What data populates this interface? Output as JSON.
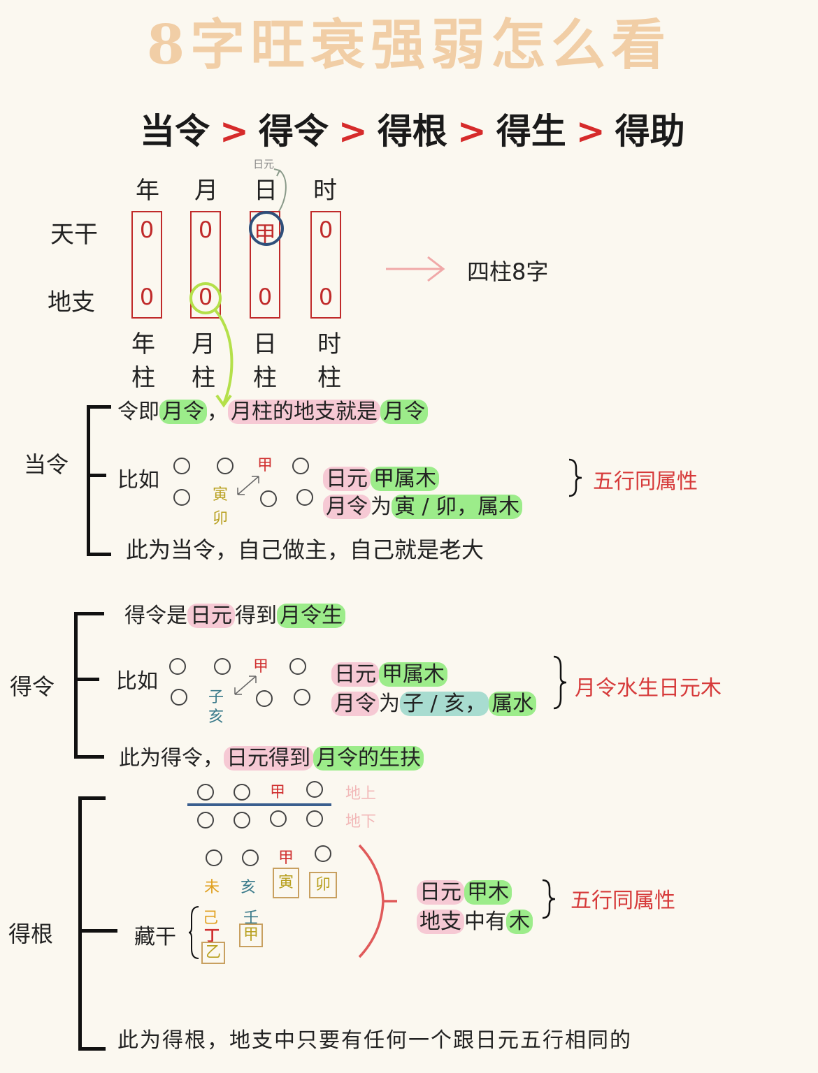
{
  "title": "8字旺衰强弱怎么看",
  "order": [
    "当令",
    "得令",
    "得根",
    "得生",
    "得助"
  ],
  "order_sep": ">",
  "chart": {
    "riyuan_note": "日元",
    "columns": [
      "年",
      "月",
      "日",
      "时"
    ],
    "rows": [
      "天干",
      "地支"
    ],
    "stem_values": [
      "0",
      "0",
      "甲",
      "0"
    ],
    "branch_values": [
      "0",
      "0",
      "0",
      "0"
    ],
    "pillar_top": [
      "年",
      "月",
      "日",
      "时"
    ],
    "pillar_bottom": [
      "柱",
      "柱",
      "柱",
      "柱"
    ],
    "arrow_label": "四柱8字"
  },
  "dangling": {
    "label": "当令",
    "line1": {
      "a": "令即",
      "b": "月令",
      "c": "，",
      "d": "月柱的地支就是",
      "e": "月令"
    },
    "example": "比如",
    "mini_jia": "甲",
    "mini_yin": "寅",
    "mini_mao": "卯",
    "r1a": "日元",
    "r1b": "甲属木",
    "r2a": "月令",
    "r2b": "为",
    "r2c": "寅 / 卯，属木",
    "note": "五行同属性",
    "summary": "此为当令，自己做主，自己就是老大"
  },
  "deling": {
    "label": "得令",
    "line1": {
      "a": "得令是",
      "b": "日元",
      "c": "得到",
      "d": "月令生"
    },
    "example": "比如",
    "mini_jia": "甲",
    "mini_zi": "子",
    "mini_hai": "亥",
    "r1a": "日元",
    "r1b": "甲属木",
    "r2a": "月令",
    "r2b": "为",
    "r2c": "子 / 亥，",
    "r2d": "属水",
    "note": "月令水生日元木",
    "summary": {
      "a": "此为得令，",
      "b": "日元得到",
      "c": "月令的生扶"
    }
  },
  "degen": {
    "label": "得根",
    "mini_jia": "甲",
    "above": "地上",
    "below": "地下",
    "b1": "未",
    "b2": "亥",
    "b3": "寅",
    "b4": "卯",
    "cang": "藏干",
    "h1": "己",
    "h2": "丁",
    "h3": "乙",
    "h4": "壬",
    "h5": "甲",
    "r1a": "日元",
    "r1b": "甲木",
    "r2a": "地支",
    "r2b": "中有",
    "r2c": "木",
    "note": "五行同属性",
    "summary": "此为得根，地支中只要有任何一个跟日元五行相同的"
  },
  "colors": {
    "red": "#d03030",
    "green": "#9cec8a",
    "pink": "#f6c9d4",
    "teal": "#a8dcd0",
    "title": "#f0c79a"
  }
}
